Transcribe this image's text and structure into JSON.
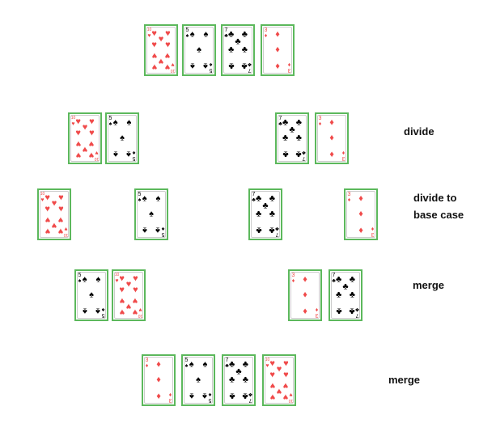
{
  "colors": {
    "border": "#5cb85c",
    "red": "#f04a4a",
    "black": "#000000"
  },
  "rows": [
    {
      "name": "initial",
      "cards": [
        {
          "rank": "10",
          "suit": "hearts"
        },
        {
          "rank": "5",
          "suit": "spades"
        },
        {
          "rank": "7",
          "suit": "clubs"
        },
        {
          "rank": "3",
          "suit": "diamonds"
        }
      ]
    },
    {
      "name": "divide",
      "cards": [
        {
          "rank": "10",
          "suit": "hearts"
        },
        {
          "rank": "5",
          "suit": "spades"
        },
        {
          "rank": "7",
          "suit": "clubs"
        },
        {
          "rank": "3",
          "suit": "diamonds"
        }
      ]
    },
    {
      "name": "base-case",
      "cards": [
        {
          "rank": "10",
          "suit": "hearts"
        },
        {
          "rank": "5",
          "suit": "spades"
        },
        {
          "rank": "7",
          "suit": "clubs"
        },
        {
          "rank": "3",
          "suit": "diamonds"
        }
      ]
    },
    {
      "name": "merge-1",
      "cards": [
        {
          "rank": "5",
          "suit": "spades"
        },
        {
          "rank": "10",
          "suit": "hearts"
        },
        {
          "rank": "3",
          "suit": "diamonds"
        },
        {
          "rank": "7",
          "suit": "clubs"
        }
      ]
    },
    {
      "name": "merge-2",
      "cards": [
        {
          "rank": "3",
          "suit": "diamonds"
        },
        {
          "rank": "5",
          "suit": "spades"
        },
        {
          "rank": "7",
          "suit": "clubs"
        },
        {
          "rank": "10",
          "suit": "hearts"
        }
      ]
    }
  ],
  "labels": {
    "divide": "divide",
    "base_case_1": "divide to",
    "base_case_2": "base case",
    "merge1": "merge",
    "merge2": "merge"
  }
}
